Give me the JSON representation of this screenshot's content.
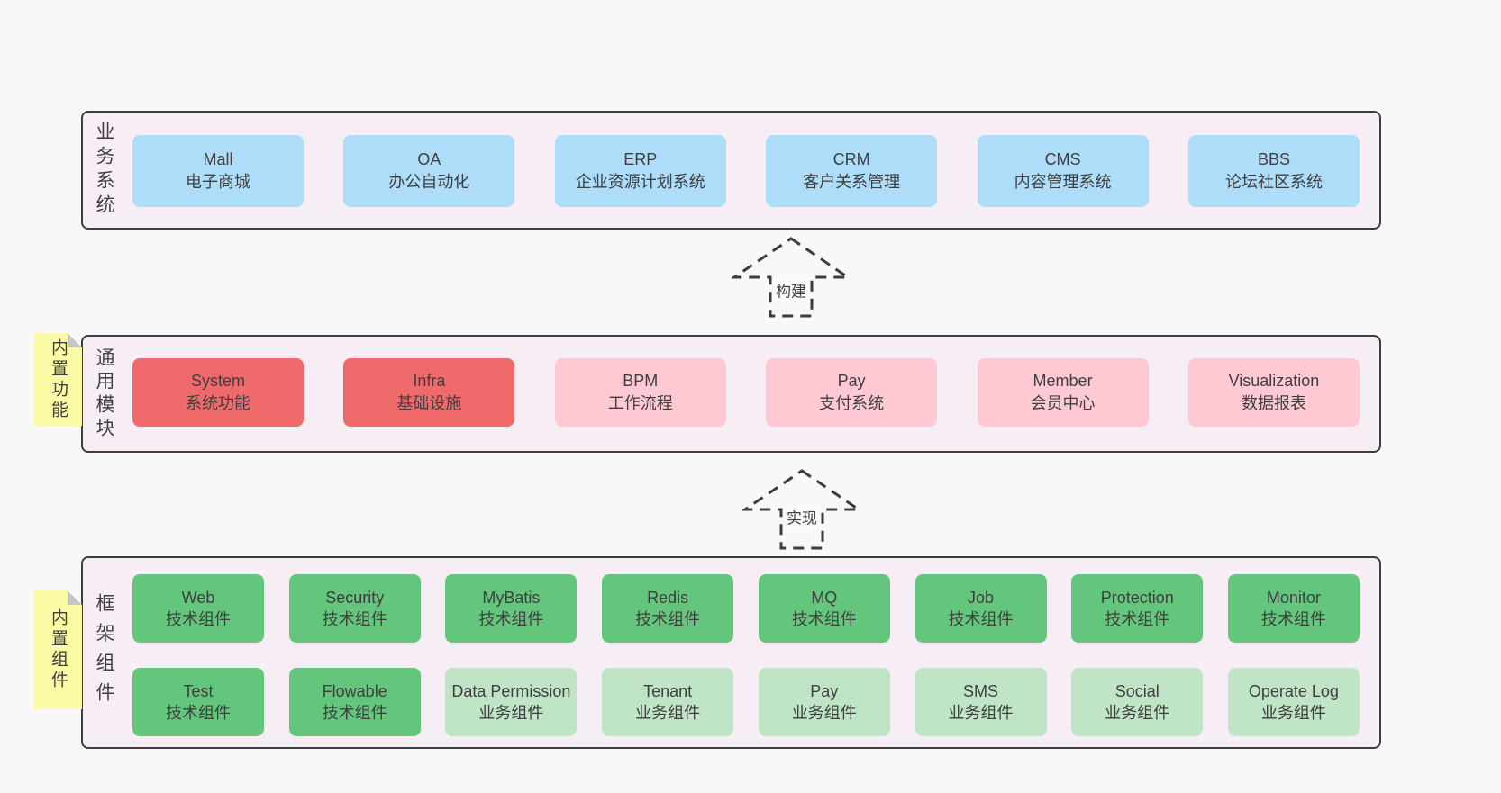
{
  "colors": {
    "page-bg": "#f8f8f8",
    "panel-bg": "#f7edf5",
    "panel-border": "#3d3d3d",
    "blue": "#aeddfa",
    "red": "#f0696b",
    "pink": "#fec9d3",
    "green": "#64c57c",
    "lightgreen": "#bfe4c6",
    "yellow": "#fbfba5",
    "fold": "#c6c6c6",
    "text": "#3f3f3f"
  },
  "layers": {
    "business": {
      "label": "业务系统",
      "boxes": [
        {
          "name": "Mall",
          "desc": "电子商城"
        },
        {
          "name": "OA",
          "desc": "办公自动化"
        },
        {
          "name": "ERP",
          "desc": "企业资源计划系统"
        },
        {
          "name": "CRM",
          "desc": "客户关系管理"
        },
        {
          "name": "CMS",
          "desc": "内容管理系统"
        },
        {
          "name": "BBS",
          "desc": "论坛社区系统"
        }
      ]
    },
    "modules": {
      "label": "通用模块",
      "tag": "内置功能",
      "boxes": [
        {
          "name": "System",
          "desc": "系统功能"
        },
        {
          "name": "Infra",
          "desc": "基础设施"
        },
        {
          "name": "BPM",
          "desc": "工作流程"
        },
        {
          "name": "Pay",
          "desc": "支付系统"
        },
        {
          "name": "Member",
          "desc": "会员中心"
        },
        {
          "name": "Visualization",
          "desc": "数据报表"
        }
      ]
    },
    "components": {
      "label": "框架组件",
      "tag": "内置组件",
      "row1": [
        {
          "name": "Web",
          "desc": "技术组件"
        },
        {
          "name": "Security",
          "desc": "技术组件"
        },
        {
          "name": "MyBatis",
          "desc": "技术组件"
        },
        {
          "name": "Redis",
          "desc": "技术组件"
        },
        {
          "name": "MQ",
          "desc": "技术组件"
        },
        {
          "name": "Job",
          "desc": "技术组件"
        },
        {
          "name": "Protection",
          "desc": "技术组件"
        },
        {
          "name": "Monitor",
          "desc": "技术组件"
        }
      ],
      "row2": [
        {
          "name": "Test",
          "desc": "技术组件"
        },
        {
          "name": "Flowable",
          "desc": "技术组件"
        },
        {
          "name": "Data Permission",
          "desc": "业务组件"
        },
        {
          "name": "Tenant",
          "desc": "业务组件"
        },
        {
          "name": "Pay",
          "desc": "业务组件"
        },
        {
          "name": "SMS",
          "desc": "业务组件"
        },
        {
          "name": "Social",
          "desc": "业务组件"
        },
        {
          "name": "Operate Log",
          "desc": "业务组件"
        }
      ]
    }
  },
  "arrows": {
    "build": {
      "label": "构建"
    },
    "implement": {
      "label": "实现"
    }
  }
}
